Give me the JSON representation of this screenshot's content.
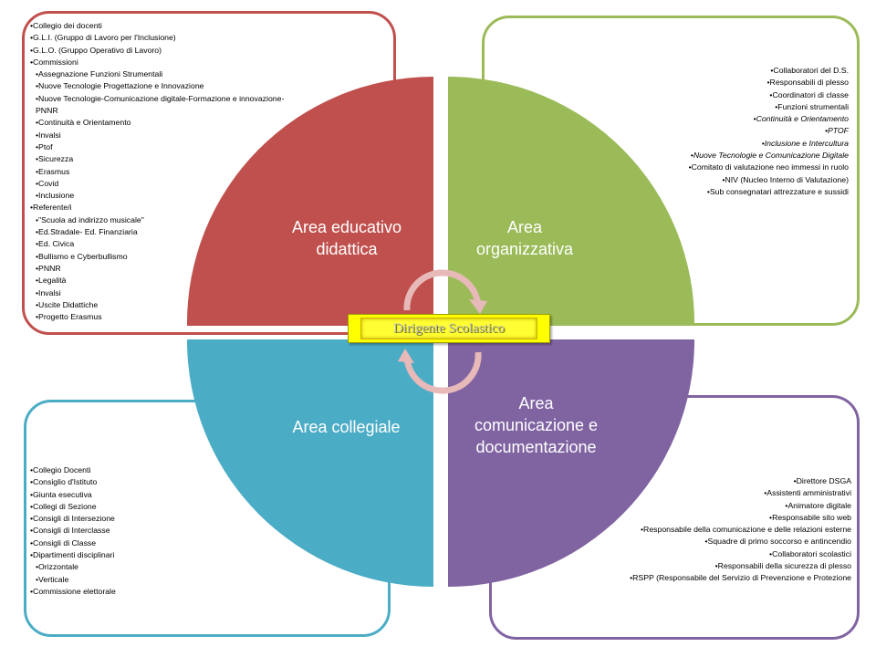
{
  "center": {
    "label": "Dirigente Scolastico"
  },
  "colors": {
    "red": "#c0504d",
    "green": "#9bbb59",
    "blue": "#4bacc6",
    "purple": "#8064a2"
  },
  "areas": {
    "educativo": {
      "label_line1": "Area educativo",
      "label_line2": "didattica",
      "items": [
        {
          "text": "•Collegio dei docenti",
          "level": 0
        },
        {
          "text": "•G.L.I. (Gruppo di Lavoro per l'Inclusione)",
          "level": 0
        },
        {
          "text": "•G.L.O. (Gruppo Operativo di Lavoro)",
          "level": 0
        },
        {
          "text": "•Commissioni",
          "level": 0
        },
        {
          "text": "•Assegnazione Funzioni Strumentali",
          "level": 1
        },
        {
          "text": "•Nuove Tecnologie Progettazione e Innovazione",
          "level": 1
        },
        {
          "text": "•Nuove Tecnologie-Comunicazione digitale-Formazione e innovazione-PNNR",
          "level": 1
        },
        {
          "text": "•Continuità e Orientamento",
          "level": 1
        },
        {
          "text": "•Invalsi",
          "level": 1
        },
        {
          "text": "•Ptof",
          "level": 1
        },
        {
          "text": "•Sicurezza",
          "level": 1
        },
        {
          "text": "•Erasmus",
          "level": 1
        },
        {
          "text": "•Covid",
          "level": 1
        },
        {
          "text": "•Inclusione",
          "level": 1
        },
        {
          "text": "•Referente/i",
          "level": 0
        },
        {
          "text": "•\"Scuola ad indirizzo musicale\"",
          "level": 1
        },
        {
          "text": "•Ed.Stradale- Ed. Finanziaria",
          "level": 1
        },
        {
          "text": "•Ed. Civica",
          "level": 1
        },
        {
          "text": "•Bullismo e Cyberbullismo",
          "level": 1
        },
        {
          "text": "•PNNR",
          "level": 1
        },
        {
          "text": "•Legalità",
          "level": 1
        },
        {
          "text": "•Invalsi",
          "level": 1
        },
        {
          "text": "•Uscite Didattiche",
          "level": 1
        },
        {
          "text": "•Progetto Erasmus",
          "level": 1
        }
      ]
    },
    "organizzativa": {
      "label_line1": "Area",
      "label_line2": "organizzativa",
      "items": [
        {
          "text": "•Collaboratori del D.S.",
          "italic": false
        },
        {
          "text": "•Responsabili di plesso",
          "italic": false
        },
        {
          "text": "•Coordinatori di classe",
          "italic": false
        },
        {
          "text": "•Funzioni strumentali",
          "italic": false
        },
        {
          "text": "•Continuità e Orientamento",
          "italic": true
        },
        {
          "text": "•PTOF",
          "italic": true
        },
        {
          "text": "•Inclusione e Intercultura",
          "italic": true
        },
        {
          "text": "•Nuove Tecnologie e Comunicazione Digitale",
          "italic": true
        },
        {
          "text": "•Comitato di valutazione neo immessi in ruolo",
          "italic": false
        },
        {
          "text": "•NIV (Nucleo Interno di Valutazione)",
          "italic": false
        },
        {
          "text": "•Sub consegnatari attrezzature e sussidi",
          "italic": false
        }
      ]
    },
    "collegiale": {
      "label": "Area collegiale",
      "items": [
        {
          "text": "•Collegio Docenti",
          "level": 0
        },
        {
          "text": "•Consiglio d'Istituto",
          "level": 0
        },
        {
          "text": "•Giunta esecutiva",
          "level": 0
        },
        {
          "text": "•Collegi di Sezione",
          "level": 0
        },
        {
          "text": "•Consigli di Intersezione",
          "level": 0
        },
        {
          "text": "•Consigli di Interclasse",
          "level": 0
        },
        {
          "text": "•Consigli di Classe",
          "level": 0
        },
        {
          "text": "•Dipartimenti disciplinari",
          "level": 0
        },
        {
          "text": "•Orizzontale",
          "level": 1
        },
        {
          "text": "•Verticale",
          "level": 1
        },
        {
          "text": "•Commissione elettorale",
          "level": 0
        }
      ]
    },
    "comunicazione": {
      "label_line1": "Area",
      "label_line2": "comunicazione e",
      "label_line3": "documentazione",
      "items": [
        {
          "text": "•Direttore DSGA"
        },
        {
          "text": "•Assistenti amministrativi"
        },
        {
          "text": "•Animatore digitale"
        },
        {
          "text": "•Responsabile sito web"
        },
        {
          "text": "•Responsabile della comunicazione e delle relazioni esterne"
        },
        {
          "text": "•Squadre di primo soccorso e antincendio"
        },
        {
          "text": "•Collaboratori scolastici"
        },
        {
          "text": "•Responsabili della sicurezza di plesso"
        },
        {
          "text": "•RSPP (Responsabile  del Servizio di Prevenzione e Protezione"
        }
      ]
    }
  }
}
